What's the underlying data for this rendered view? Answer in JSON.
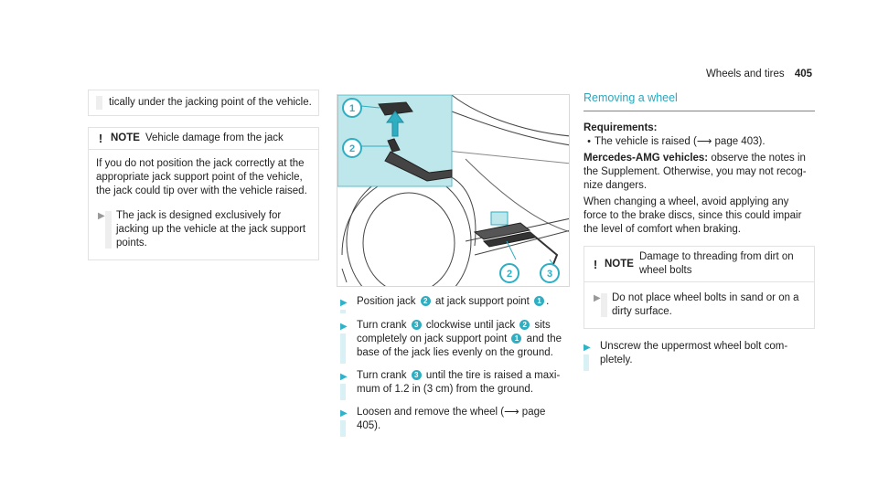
{
  "header": {
    "section": "Wheels and tires",
    "page_number": "405"
  },
  "col1": {
    "continuation": "tically under the jacking point of the vehicle.",
    "note": {
      "icon": "warning-exclamation-icon",
      "title": "NOTE",
      "heading": "Vehicle damage from the jack",
      "body": "If you do not position the jack correctly at the appropriate jack support point of the vehicle, the jack could tip over with the vehi­cle raised.",
      "item": "The jack is designed exclusively for jacking up the vehicle at the jack sup­port points."
    }
  },
  "illustration": {
    "callouts": [
      "1",
      "2",
      "2",
      "3"
    ],
    "accent_color": "#bde7ea",
    "badge_color": "#2faec2"
  },
  "steps": [
    {
      "parts": [
        "Position jack ",
        "2",
        " at jack support point ",
        "1",
        "."
      ]
    },
    {
      "parts": [
        "Turn crank ",
        "3",
        " clockwise until jack ",
        "2",
        " sits completely on jack support point ",
        "1",
        " and the base of the jack lies evenly on the ground."
      ]
    },
    {
      "parts": [
        "Turn crank ",
        "3",
        " until the tire is raised a maxi­mum of 1.2 in (3 cm) from the ground."
      ]
    },
    {
      "parts": [
        "Loosen and remove the wheel (",
        "",
        "page 405)."
      ]
    }
  ],
  "col3": {
    "title": "Removing a wheel",
    "requirements_label": "Requirements:",
    "requirement": "The vehicle is raised (⟶ page 403).",
    "amg_label": "Mercedes-AMG vehicles:",
    "amg_text": " observe the notes in the Supplement. Otherwise, you may not recog­nize dangers.",
    "changing_text": "When changing a wheel, avoid applying any force to the brake discs, since this could impair the level of comfort when braking.",
    "note": {
      "title": "NOTE",
      "heading": "Damage to threading from dirt on wheel bolts",
      "item": "Do not place wheel bolts in sand or on a dirty surface."
    },
    "step": "Unscrew the uppermost wheel bolt com­pletely."
  }
}
